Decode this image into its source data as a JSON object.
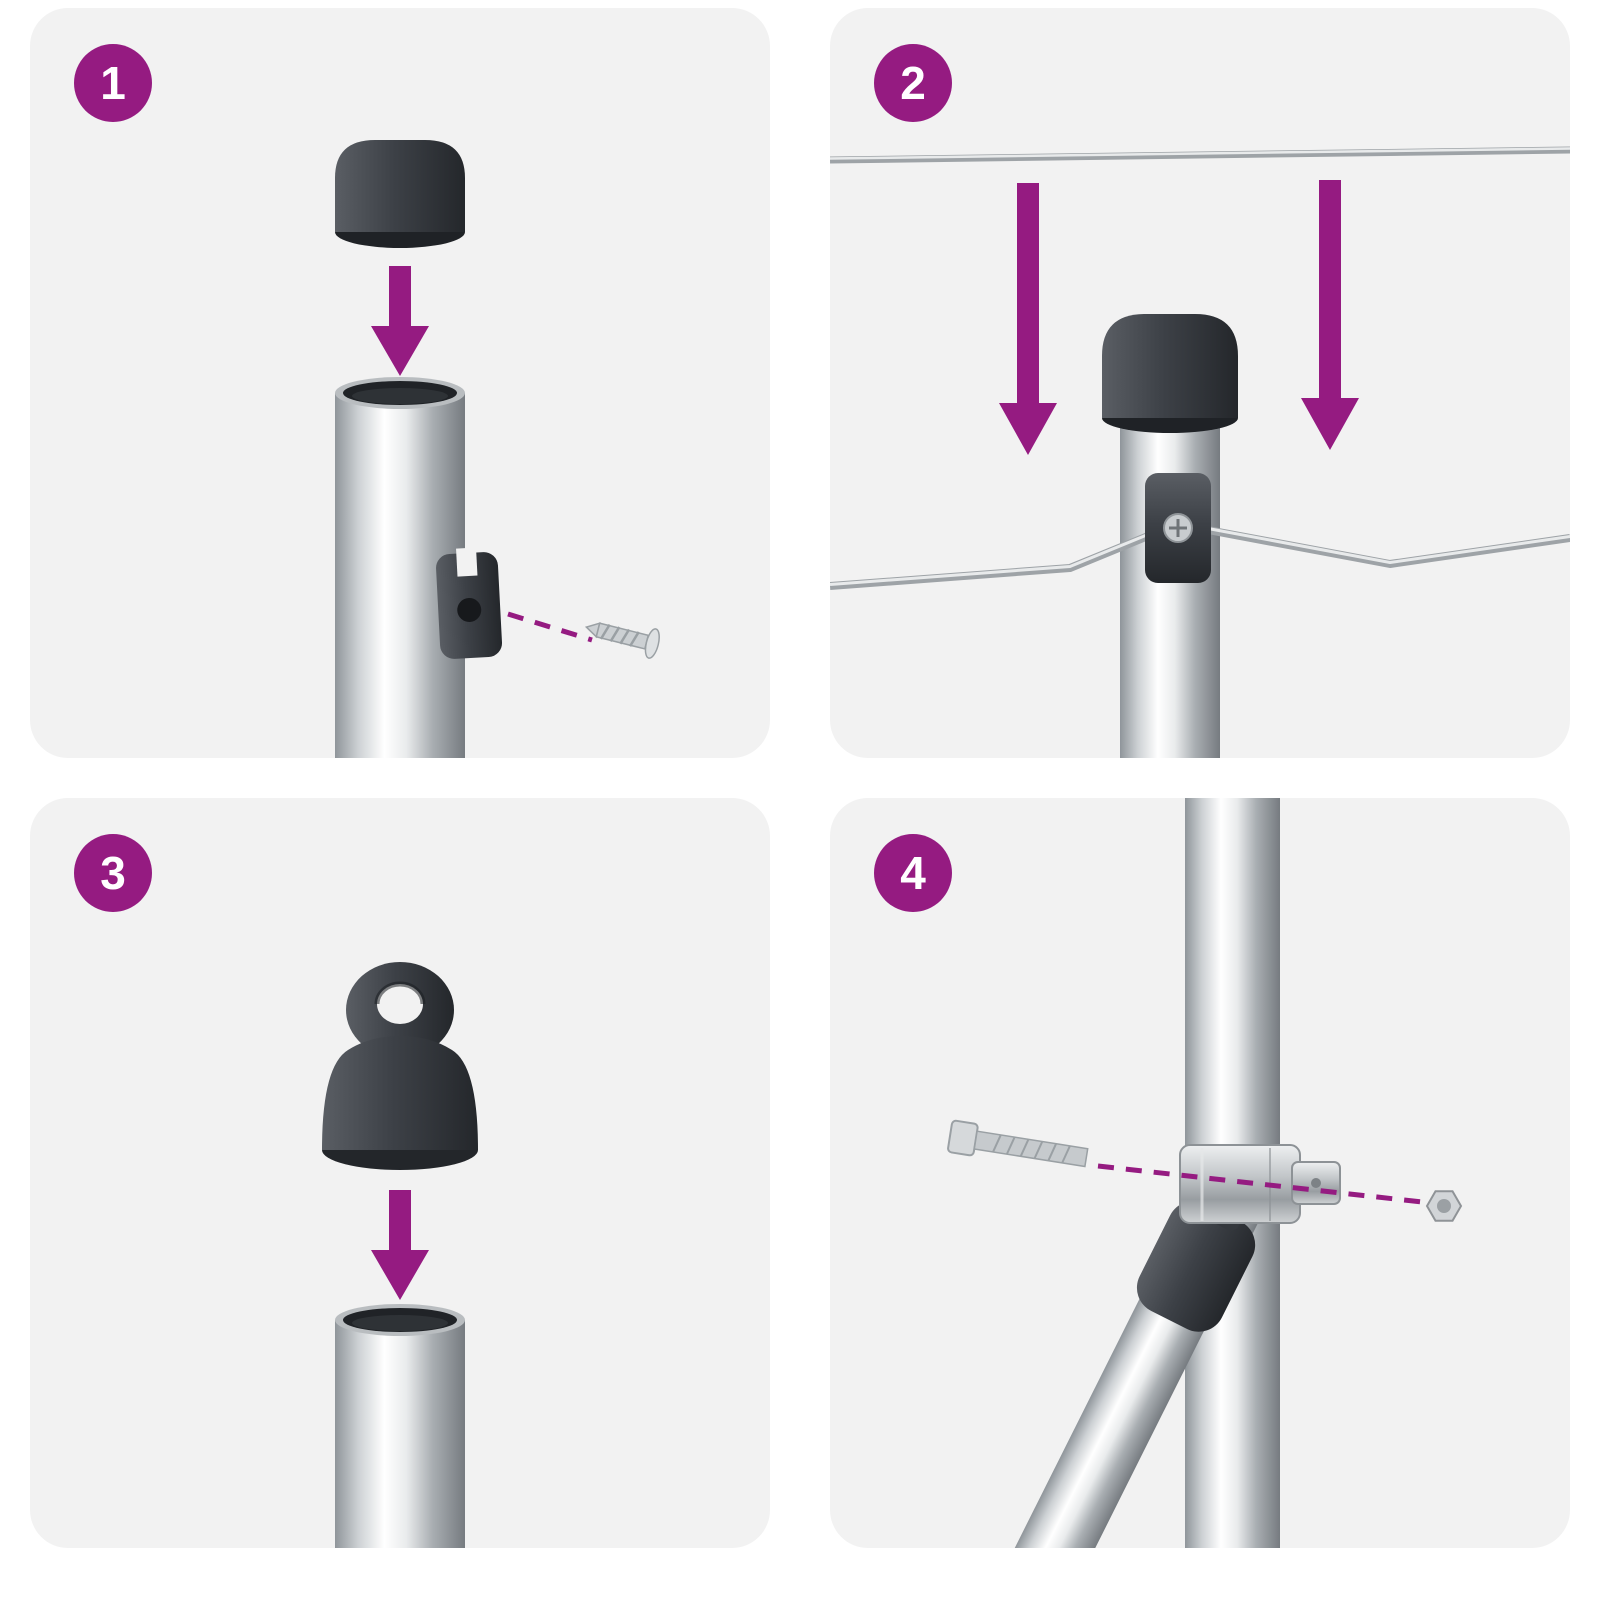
{
  "colors": {
    "accent": "#951b81",
    "panel_bg": "#f2f2f2",
    "plastic_dark": "#3d4147",
    "metal_light": "#c9ccce"
  },
  "steps": [
    {
      "number": "1",
      "name": "attach-wire-clip-and-post-cap"
    },
    {
      "number": "2",
      "name": "press-tension-wires-into-clip"
    },
    {
      "number": "3",
      "name": "fit-eyelet-cap-onto-post"
    },
    {
      "number": "4",
      "name": "bolt-brace-clamp-to-post"
    }
  ]
}
